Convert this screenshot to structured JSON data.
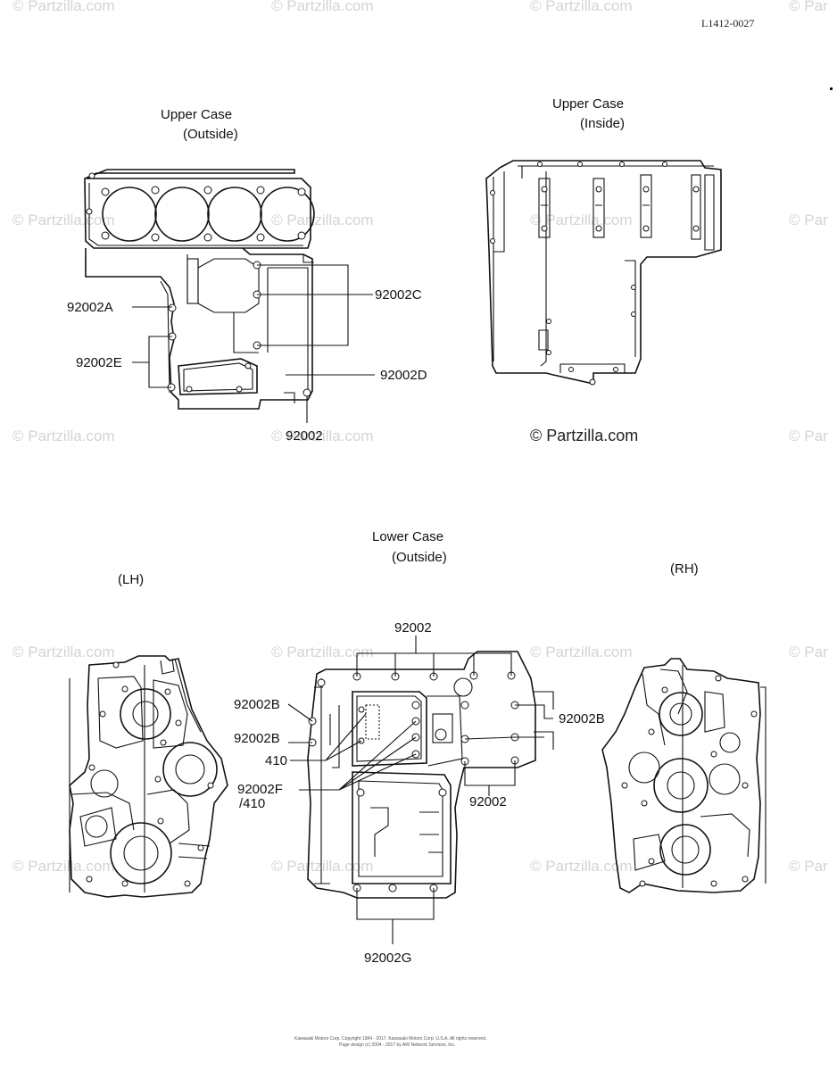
{
  "document_code": "L1412-0027",
  "watermark_text": "© Partzilla.com",
  "watermark_short": "© Par",
  "views": {
    "upper_outside": {
      "title": "Upper Case",
      "subtitle": "(Outside)"
    },
    "upper_inside": {
      "title": "Upper Case",
      "subtitle": "(Inside)"
    },
    "lower_outside": {
      "title": "Lower Case",
      "subtitle": "(Outside)"
    },
    "lh": {
      "label": "(LH)"
    },
    "rh": {
      "label": "(RH)"
    }
  },
  "callouts": {
    "upper": {
      "c92002A": "92002A",
      "c92002C": "92002C",
      "c92002E": "92002E",
      "c92002D": "92002D",
      "c92002": "92002"
    },
    "lower": {
      "c92002_top": "92002",
      "c92002B_1": "92002B",
      "c92002B_2": "92002B",
      "c92002B_right": "92002B",
      "c410": "410",
      "c92002F": "92002F",
      "c410b": "/410",
      "c92002_mid": "92002",
      "c92002G": "92002G"
    }
  },
  "footer": {
    "line1": "Kawasaki Motors Corp. Copyright 1984 - 2017. Kawasaki Motors Corp. U.S.A. All rights reserved.",
    "line2": "Page design (c) 2004 - 2017 by ARI Network Services, Inc."
  }
}
